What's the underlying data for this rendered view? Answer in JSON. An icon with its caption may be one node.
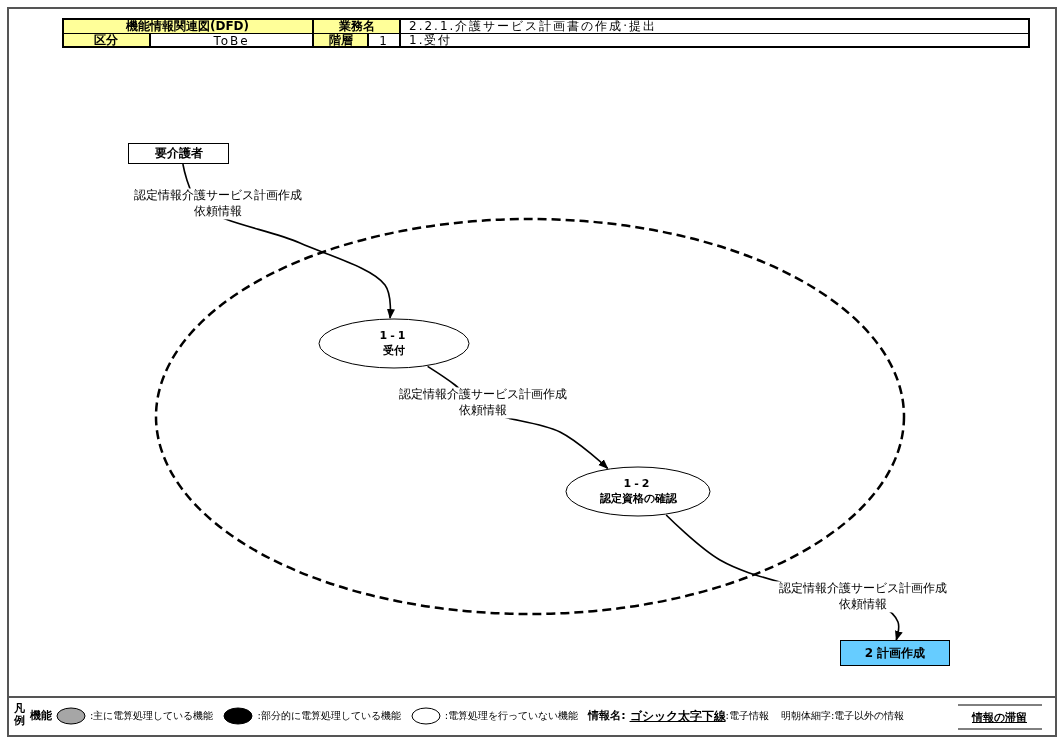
{
  "diagram": {
    "nodes": [
      {
        "text": [
          "要介護者"
        ]
      },
      {
        "text": [],
        "shape": "ellipse"
      },
      {
        "text": [
          "1-1",
          "受付"
        ],
        "in": 1
      },
      {
        "text": [
          "1-2",
          "認定資格の確認"
        ],
        "in": 1
      },
      {
        "text": [
          "2 計画作成"
        ]
      }
    ],
    "edges": [
      {
        "from": 0,
        "to": 2,
        "arrow": "to",
        "label": "認定情報介護サービス計画作成依頼情報"
      },
      {
        "from": 2,
        "to": 3,
        "arrow": "to",
        "label": "認定情報介護サービス計画作成依頼情報"
      },
      {
        "from": 3,
        "to": 4,
        "arrow": "to",
        "label": "認定情報介護サービス計画作成依頼情報"
      }
    ],
    "labels": [
      "機能情報関連図(DFD)",
      "業務名",
      "2.2.1.介護サービス計画書の作成·提出",
      "区分",
      "ToBe",
      "階層",
      "1",
      "1.受付",
      "凡例",
      "機能",
      "情報名:",
      "ゴシック太字下線",
      ":電子情報",
      "明朝体細字:電子以外の情報",
      "情報の滞留"
    ],
    "legend": [
      {
        "text": ":主に電算処理している機能",
        "color": "#a6a6a6"
      },
      {
        "text": ":部分的に電算処理している機能",
        "color": "#000000"
      },
      {
        "text": ":電算処理を行っていない機能",
        "color": "#ffffff"
      }
    ]
  }
}
